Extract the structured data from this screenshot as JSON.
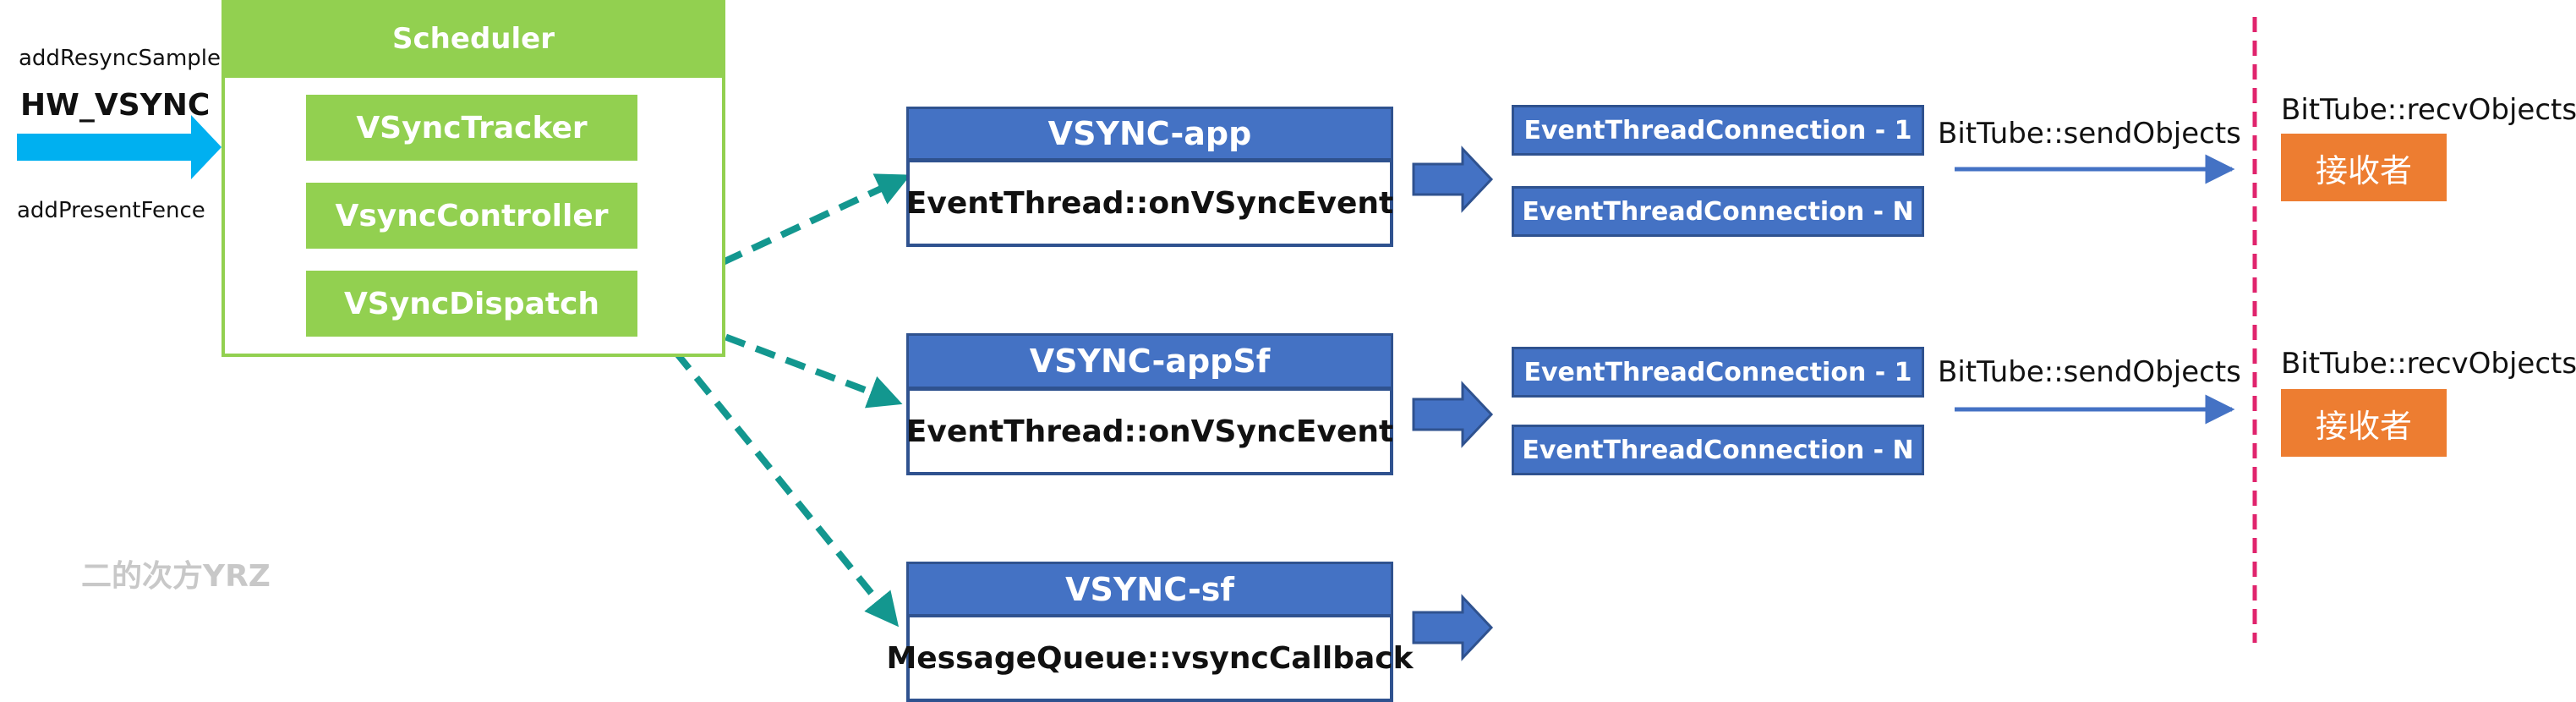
{
  "input": {
    "resync_label": "addResyncSample",
    "hw_vsync_label": "HW_VSYNC",
    "present_label": "addPresentFence"
  },
  "scheduler": {
    "title": "Scheduler",
    "items": [
      "VSyncTracker",
      "VsyncController",
      "VSyncDispatch"
    ]
  },
  "vsync_groups": [
    {
      "title": "VSYNC-app",
      "callback": "EventThread::onVSyncEvent",
      "connections": [
        "EventThreadConnection - 1",
        "EventThreadConnection - N"
      ],
      "send_label": "BitTube::sendObjects",
      "recv_label": "BitTube::recvObjects",
      "receiver": "接收者"
    },
    {
      "title": "VSYNC-appSf",
      "callback": "EventThread::onVSyncEvent",
      "connections": [
        "EventThreadConnection - 1",
        "EventThreadConnection - N"
      ],
      "send_label": "BitTube::sendObjects",
      "recv_label": "BitTube::recvObjects",
      "receiver": "接收者"
    },
    {
      "title": "VSYNC-sf",
      "callback": "MessageQueue::vsyncCallback"
    }
  ],
  "watermark": "二的次方YRZ",
  "colors": {
    "scheduler_green": "#92d050",
    "vsync_blue": "#4472c4",
    "border_blue": "#2f528f",
    "dispatch_teal": "#13978f",
    "hw_vsync_arrow": "#00b0f0",
    "receiver_orange": "#ed7d31",
    "divider_pink": "#e0246d"
  }
}
